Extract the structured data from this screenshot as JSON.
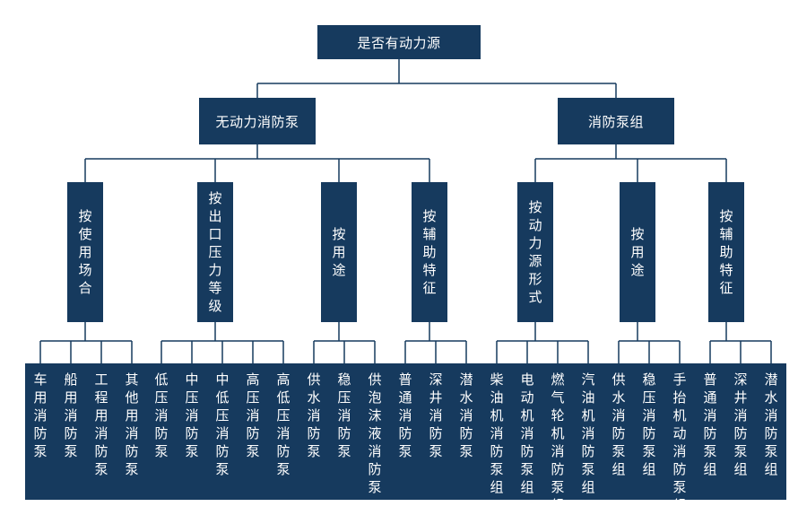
{
  "root": {
    "label": "是否有动力源",
    "children": [
      {
        "label": "无动力消防泵",
        "children": [
          {
            "label": "按使用场合",
            "children": [
              "车用消防泵",
              "船用消防泵",
              "工程用消防泵",
              "其他用消防泵"
            ]
          },
          {
            "label": "按出口压力等级",
            "children": [
              "低压消防泵",
              "中压消防泵",
              "中低压消防泵",
              "高压消防泵",
              "高低压消防泵"
            ]
          },
          {
            "label": "按用途",
            "children": [
              "供水消防泵",
              "稳压消防泵",
              "供泡沫液消防泵"
            ]
          },
          {
            "label": "按辅助特征",
            "children": [
              "普通消防泵",
              "深井消防泵",
              "潜水消防泵"
            ]
          }
        ]
      },
      {
        "label": "消防泵组",
        "children": [
          {
            "label": "按动力源形式",
            "children": [
              "柴油机消防泵组",
              "电动机消防泵组",
              "燃气轮机消防泵组",
              "汽油机消防泵组"
            ]
          },
          {
            "label": "按用途",
            "children": [
              "供水消防泵组",
              "稳压消防泵组",
              "手抬机动消防泵组"
            ]
          },
          {
            "label": "按辅助特征",
            "children": [
              "普通消防泵组",
              "深井消防泵组",
              "潜水消防泵组"
            ]
          }
        ]
      }
    ]
  },
  "colors": {
    "node": "#163a5e",
    "line": "#163a5e"
  }
}
